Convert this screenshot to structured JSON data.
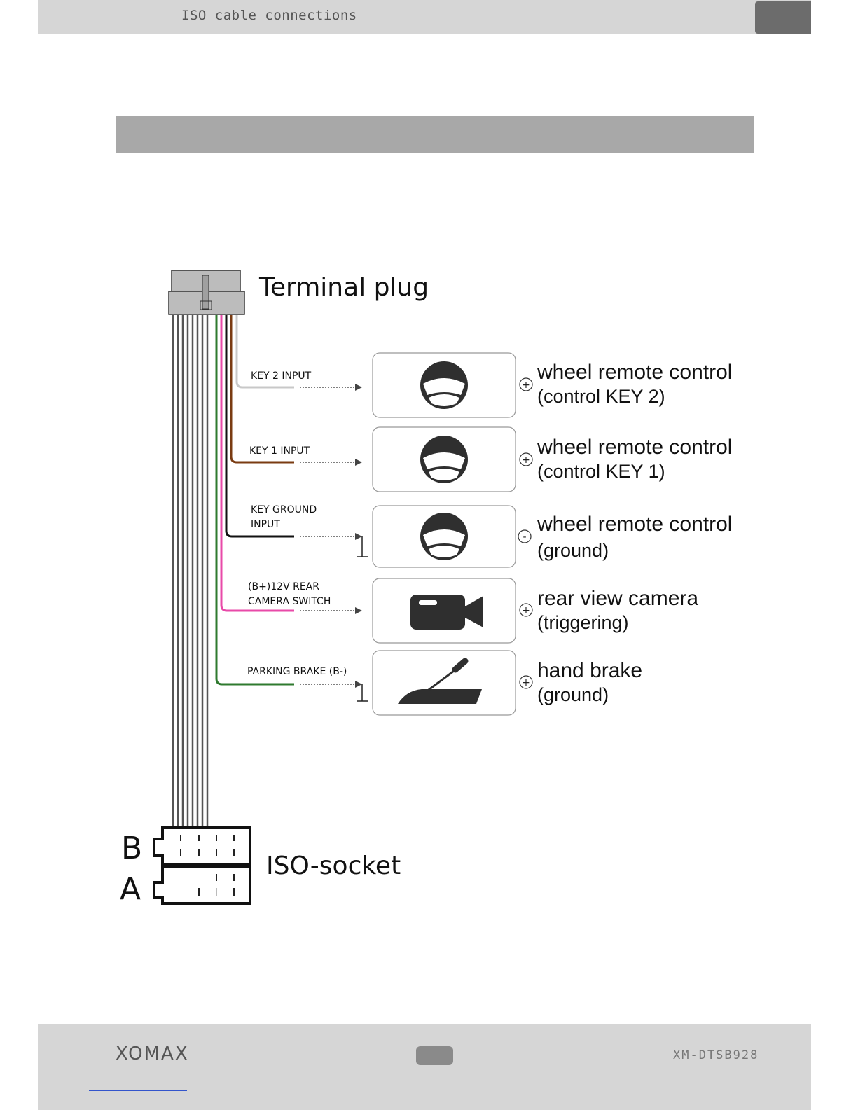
{
  "header": {
    "title": "ISO cable connections"
  },
  "terminal_plug": {
    "label": "Terminal plug"
  },
  "iso_socket": {
    "label": "ISO-socket",
    "row_b": "B",
    "row_a": "A"
  },
  "connections": [
    {
      "wire_label_1": "KEY 2 INPUT",
      "wire_label_2": "",
      "wire_color": "#c8c8c8",
      "polarity": "+",
      "device_icon": "steering-wheel-icon",
      "title": "wheel remote control",
      "subtitle": "(control KEY 2)"
    },
    {
      "wire_label_1": "KEY 1 INPUT",
      "wire_label_2": "",
      "wire_color": "#7a3b12",
      "polarity": "+",
      "device_icon": "steering-wheel-icon",
      "title": "wheel remote control",
      "subtitle": "(control KEY 1)"
    },
    {
      "wire_label_1": "KEY GROUND",
      "wire_label_2": "INPUT",
      "wire_color": "#111111",
      "polarity": "-",
      "device_icon": "steering-wheel-icon",
      "title": "wheel remote control",
      "subtitle": "(ground)"
    },
    {
      "wire_label_1": "(B+)12V REAR",
      "wire_label_2": "CAMERA SWITCH",
      "wire_color": "#e84aa8",
      "polarity": "+",
      "device_icon": "video-camera-icon",
      "title": "rear view camera",
      "subtitle": "(triggering)"
    },
    {
      "wire_label_1": "PARKING BRAKE (B-)",
      "wire_label_2": "",
      "wire_color": "#2f7a2f",
      "polarity": "+",
      "device_icon": "hand-brake-icon",
      "title": "hand brake",
      "subtitle": "(ground)"
    }
  ],
  "footer": {
    "brand": "XOMAX",
    "model": "XM-DTSB928"
  },
  "colors": {
    "header_bg": "#d6d6d6",
    "header_tab": "#6c6c6c",
    "section_bar": "#a8a8a8",
    "icon_dark": "#2f2f2f",
    "bundle_wire": "#555555"
  }
}
